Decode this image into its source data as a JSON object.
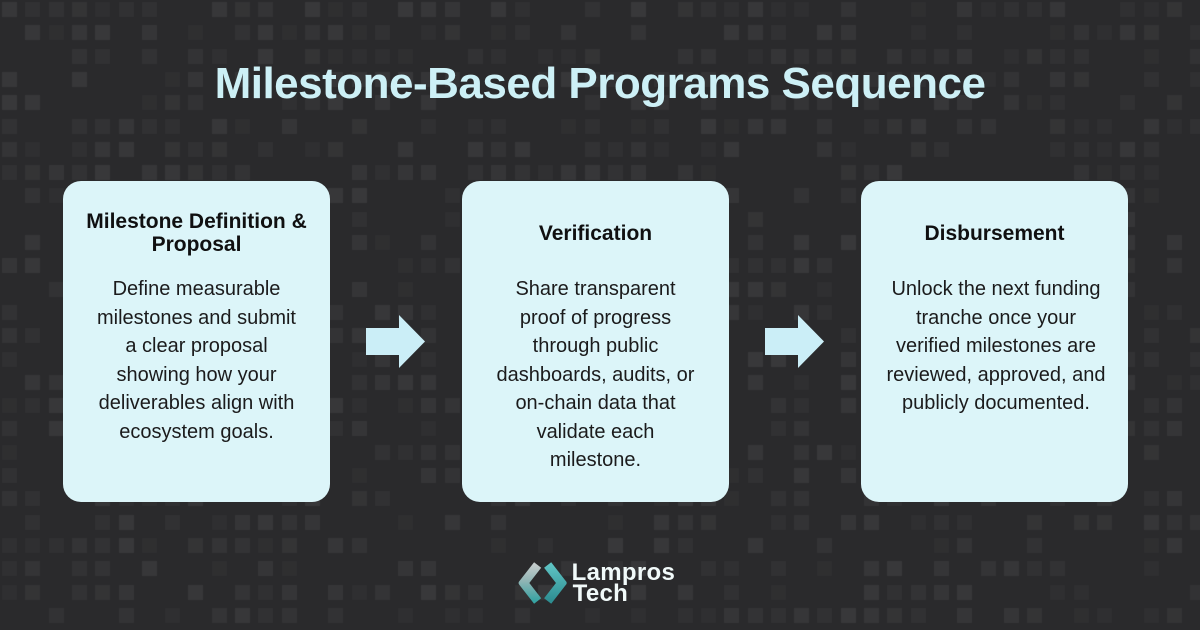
{
  "title": "Milestone-Based Programs Sequence",
  "steps": [
    {
      "title": "Milestone Definition & Proposal",
      "body": "Define measurable milestones and submit a clear proposal showing how your deliverables align with ecosystem goals."
    },
    {
      "title": "Verification",
      "body": "Share transparent proof of progress through public dashboards, audits, or on-chain data that validate each milestone."
    },
    {
      "title": "Disbursement",
      "body": "Unlock the next funding tranche once your verified milestones are reviewed, approved, and publicly documented."
    }
  ],
  "arrows": {
    "icon": "right-arrow-icon",
    "count": 2
  },
  "logo": {
    "line1": "Lampros",
    "line2": "Tech",
    "mark": "angle-brackets-icon"
  },
  "colors": {
    "background": "#2a2a2c",
    "pattern_square": "#323234",
    "title_text": "#cdf0f6",
    "card_background": "#dcf5f9",
    "card_title_text": "#101011",
    "card_body_text": "#1b1b1c",
    "arrow": "#cbeef7",
    "logo_teal": "#45b1b1",
    "logo_silver": "#b9c2c2",
    "logo_text": "#f1fafa"
  }
}
